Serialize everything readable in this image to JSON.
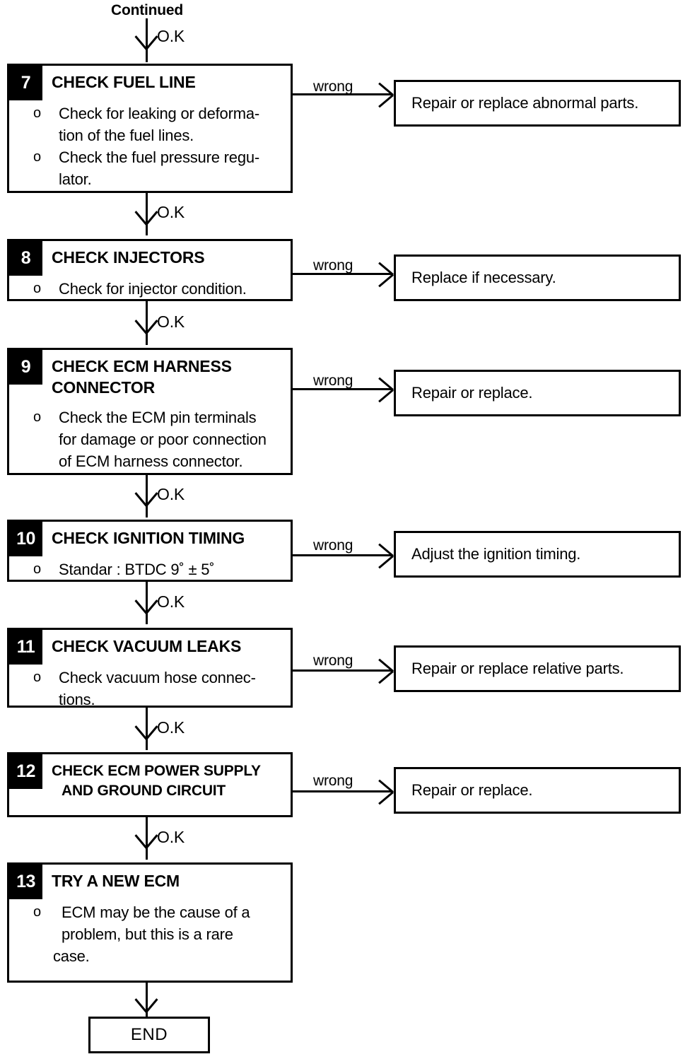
{
  "diagram": {
    "title_label": "Continued",
    "ok_label": "O.K",
    "wrong_label": "wrong",
    "end_label": "END",
    "bullet_mark": "o",
    "colors": {
      "ink": "#000000",
      "paper": "#ffffff",
      "badge_bg": "#000000",
      "badge_fg": "#ffffff"
    }
  },
  "steps": [
    {
      "number": "7",
      "title": "CHECK FUEL LINE",
      "bullets": [
        "Check for leaking or deforma-",
        "tion of the fuel lines.",
        "Check the fuel pressure regu-",
        "lator."
      ],
      "result": "Repair or replace abnormal parts.",
      "branch_label": "wrong",
      "next_label": "O.K"
    },
    {
      "number": "8",
      "title": "CHECK INJECTORS",
      "bullets": [
        "Check for injector condition."
      ],
      "result": "Replace if necessary.",
      "branch_label": "wrong",
      "next_label": "O.K"
    },
    {
      "number": "9",
      "title": "CHECK ECM HARNESS CONNECTOR",
      "bullets": [
        "Check the ECM pin terminals",
        "for damage or poor connection",
        "of ECM harness connector."
      ],
      "result": "Repair or replace.",
      "branch_label": "wrong",
      "next_label": "O.K"
    },
    {
      "number": "10",
      "title": "CHECK IGNITION TIMING",
      "bullets": [
        "Standar : BTDC 9˚ ± 5˚"
      ],
      "result": "Adjust the ignition timing.",
      "branch_label": "wrong",
      "next_label": "O.K"
    },
    {
      "number": "11",
      "title": "CHECK VACUUM LEAKS",
      "bullets": [
        "Check vacuum hose connec-",
        "tions."
      ],
      "result": "Repair or replace relative parts.",
      "branch_label": "wrong",
      "next_label": "O.K"
    },
    {
      "number": "12",
      "title": "CHECK ECM POWER SUPPLY AND GROUND CIRCUIT",
      "bullets": [],
      "result": "Repair or replace.",
      "branch_label": "wrong",
      "next_label": "O.K"
    },
    {
      "number": "13",
      "title": "TRY A NEW ECM",
      "bullets": [
        "ECM may be the cause of a",
        "problem, but this is a rare",
        "case."
      ],
      "result": null,
      "branch_label": null,
      "next_label": null
    }
  ],
  "step_titles_multiline": {
    "9": [
      "CHECK ECM HARNESS",
      "CONNECTOR"
    ],
    "12": [
      "CHECK ECM POWER SUPPLY",
      "AND GROUND CIRCUIT"
    ]
  }
}
